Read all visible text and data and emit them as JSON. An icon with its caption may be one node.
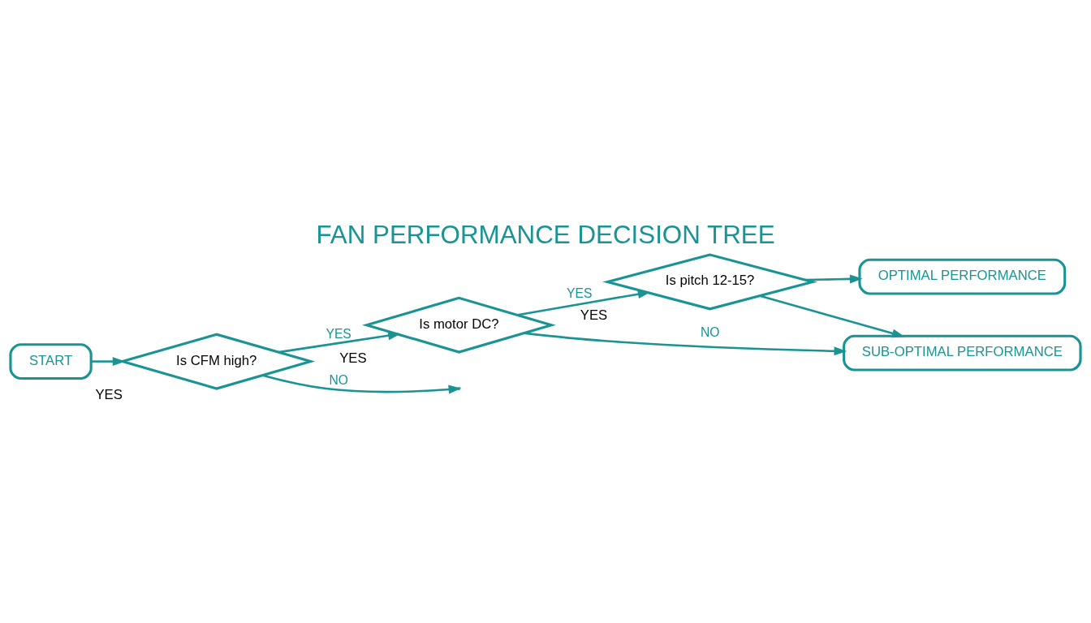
{
  "diagram": {
    "title": "FAN PERFORMANCE DECISION TREE",
    "nodes": [
      {
        "text": [
          "START"
        ]
      },
      {
        "text": [
          "Is CFM high?"
        ],
        "beside": [
          "YES"
        ]
      },
      {
        "text": [
          "Is motor DC?"
        ],
        "beside": [
          "YES"
        ]
      },
      {
        "text": [
          "Is pitch 12-15?"
        ],
        "beside": [
          "YES"
        ]
      },
      {
        "text": [
          "OPTIMAL PERFORMANCE"
        ]
      },
      {
        "text": [
          "SUB-OPTIMAL PERFORMANCE"
        ]
      }
    ],
    "edges": [
      {
        "from": 0,
        "to": 1,
        "arrow": "to"
      },
      {
        "from": 1,
        "to": 2,
        "arrow": "to",
        "label": "YES"
      },
      {
        "from": 2,
        "to": 3,
        "arrow": "to",
        "label": "YES"
      },
      {
        "from": 3,
        "to": 4,
        "arrow": "to"
      },
      {
        "from": 1,
        "to": null,
        "arrow": "to",
        "label": "NO"
      },
      {
        "from": 2,
        "to": 5,
        "arrow": "to",
        "label": "NO"
      },
      {
        "from": 3,
        "to": 5,
        "arrow": "to"
      }
    ]
  }
}
